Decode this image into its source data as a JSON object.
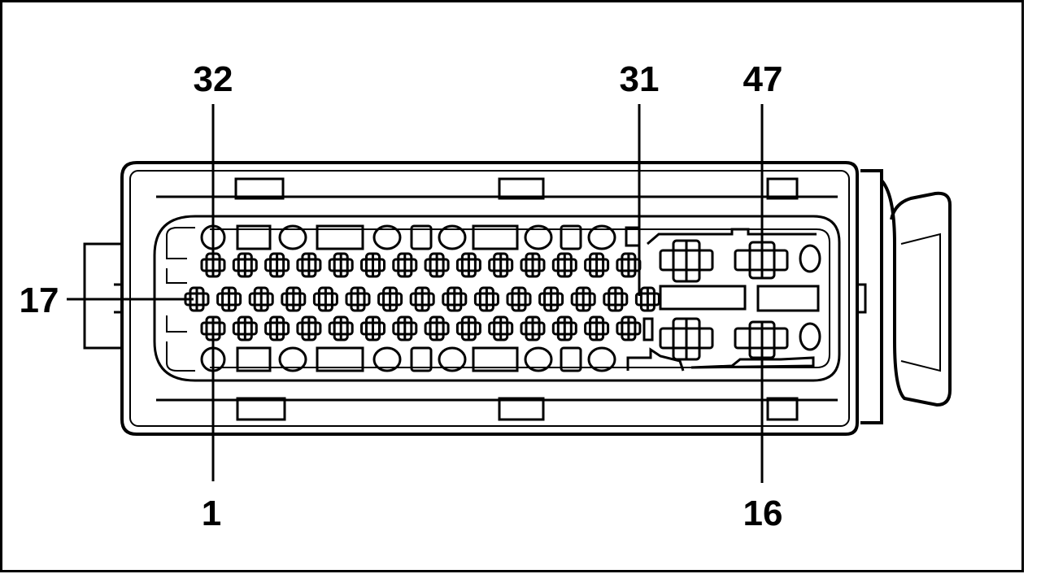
{
  "labels": {
    "pin_32": "32",
    "pin_31": "31",
    "pin_47": "47",
    "pin_17": "17",
    "pin_1": "1",
    "pin_16": "16"
  },
  "colors": {
    "ink": "#000000",
    "paper": "#ffffff"
  }
}
